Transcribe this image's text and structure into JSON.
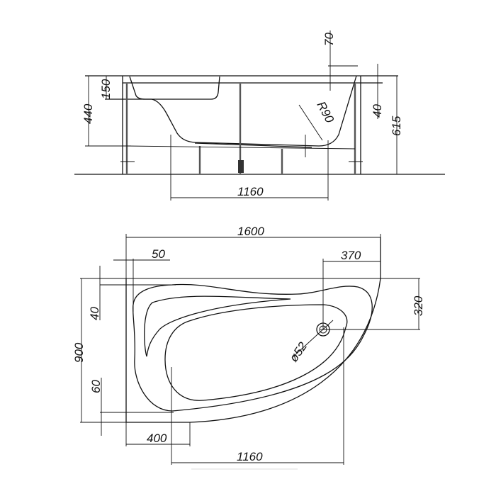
{
  "side_view": {
    "dims": {
      "rim_depth": "70",
      "seat_depth": "150",
      "inner_depth": "440",
      "rim_thickness": "40",
      "total_height": "615",
      "bottom_length": "1160",
      "radius": "R90"
    }
  },
  "top_view": {
    "dims": {
      "length": "1600",
      "left_offset": "50",
      "drain_from_right": "370",
      "drain_from_top": "320",
      "top_offset": "40",
      "width": "900",
      "bottom_offset": "60",
      "left_panel": "400",
      "bottom_length": "1160",
      "drain_diameter": "ø52"
    }
  }
}
